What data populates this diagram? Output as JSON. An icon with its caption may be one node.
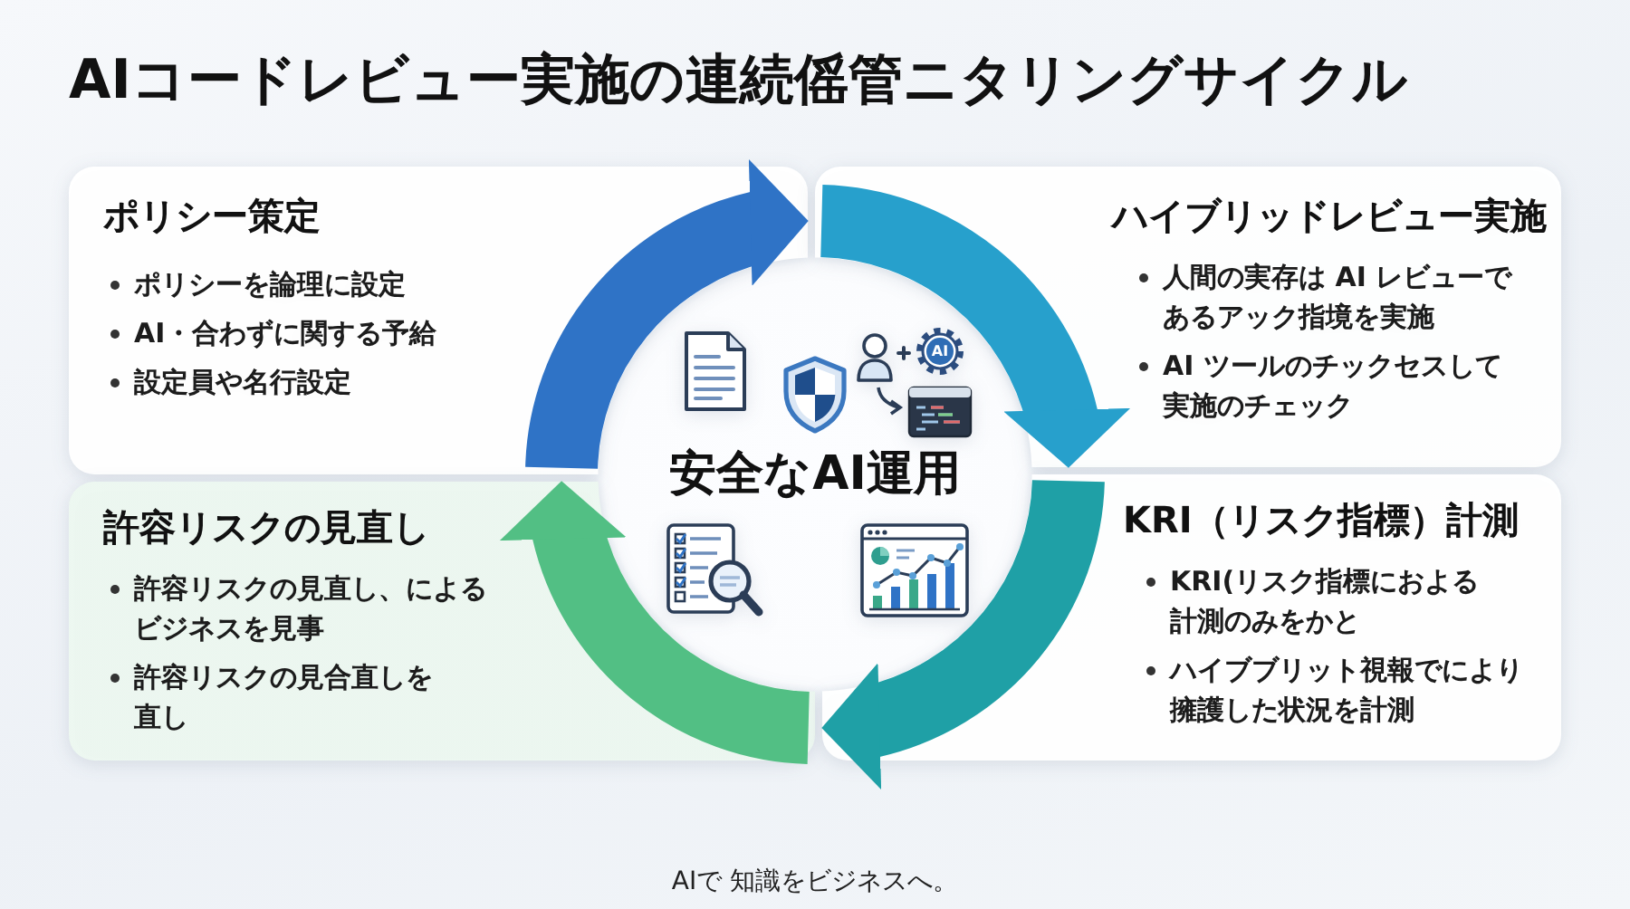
{
  "diagram": {
    "title": "AIコードレビュー実施の連続傜管ニタリングサイクル",
    "nodes": [
      {
        "text": [
          "ポリシー策定",
          "ポリシーを論理に設定",
          "AI・合わずに関する予給",
          "設定員や名行設定"
        ]
      },
      {
        "text": [
          "ハイブリッドレビュー実施",
          "人間の実存は AI レビューであるアック指境を実施",
          "AI ツールのチックセスして実施のチェック"
        ]
      },
      {
        "text": [
          "許容リスクの見直し",
          "許容リスクの見直し、によるビジネスを見事",
          "許容リスクの見合直しを直し"
        ]
      },
      {
        "text": [
          "KRI（リスク指標）計測",
          "KRI(リスク指標におよる計測のみをかと",
          "ハイブブリット視報でにより擁護した状況を計測"
        ]
      }
    ],
    "edges": [
      {
        "from": 0,
        "to": 1,
        "arrow": "to",
        "color": "#2f73c6"
      },
      {
        "from": 1,
        "to": 3,
        "arrow": "to",
        "color": "#27a0cc"
      },
      {
        "from": 3,
        "to": 2,
        "arrow": "to",
        "color": "#1fa0a6"
      },
      {
        "from": 2,
        "to": 0,
        "arrow": "to",
        "color": "#52bf84"
      }
    ],
    "labels": [
      "AI",
      "安全なAI運用",
      "AIで 知識をビジネスへ。"
    ]
  }
}
